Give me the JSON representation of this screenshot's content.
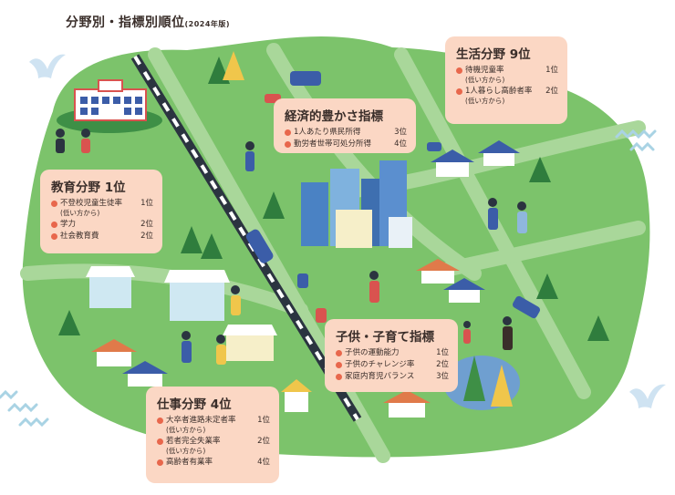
{
  "title": {
    "main": "分野別・指標別順位",
    "edition": "(2024年版)"
  },
  "cards": [
    {
      "id": "economy",
      "title": "経済的豊かさ指標",
      "items": [
        {
          "label": "1人あたり県民所得",
          "note": "",
          "rank": "3位"
        },
        {
          "label": "勤労者世帯可処分所得",
          "note": "",
          "rank": "4位"
        }
      ]
    },
    {
      "id": "life",
      "title": "生活分野 9位",
      "items": [
        {
          "label": "待機児童率",
          "note": "(低い方から)",
          "rank": "1位"
        },
        {
          "label": "1人暮らし高齢者率",
          "note": "(低い方から)",
          "rank": "2位"
        }
      ]
    },
    {
      "id": "education",
      "title": "教育分野 1位",
      "items": [
        {
          "label": "不登校児童生徒率",
          "note": "(低い方から)",
          "rank": "1位"
        },
        {
          "label": "学力",
          "note": "",
          "rank": "2位"
        },
        {
          "label": "社会教育費",
          "note": "",
          "rank": "2位"
        }
      ]
    },
    {
      "id": "childcare",
      "title": "子供・子育て指標",
      "items": [
        {
          "label": "子供の運動能力",
          "note": "",
          "rank": "1位"
        },
        {
          "label": "子供のチャレンジ率",
          "note": "",
          "rank": "2位"
        },
        {
          "label": "家庭内育児バランス",
          "note": "",
          "rank": "3位"
        }
      ]
    },
    {
      "id": "work",
      "title": "仕事分野 4位",
      "items": [
        {
          "label": "大卒者進路未定者率",
          "note": "(低い方から)",
          "rank": "1位"
        },
        {
          "label": "若者完全失業率",
          "note": "(低い方から)",
          "rank": "2位"
        },
        {
          "label": "高齢者有業率",
          "note": "",
          "rank": "4位"
        }
      ]
    }
  ],
  "colors": {
    "land": "#7cc36b",
    "land_dark": "#6ab25a",
    "road": "#a9d79a",
    "card": "#fbd7c4",
    "bullet": "#e8674c",
    "rail": "#2b3440",
    "sea": "#a9d3e4",
    "text": "#3a2e2a"
  },
  "icons": [
    "school-icon",
    "bus-icon",
    "car-icon",
    "train-icon",
    "tree-icon",
    "house-icon",
    "building-icon",
    "market-stall-icon",
    "seagull-icon",
    "wave-icon",
    "person-icon",
    "pond-icon"
  ]
}
